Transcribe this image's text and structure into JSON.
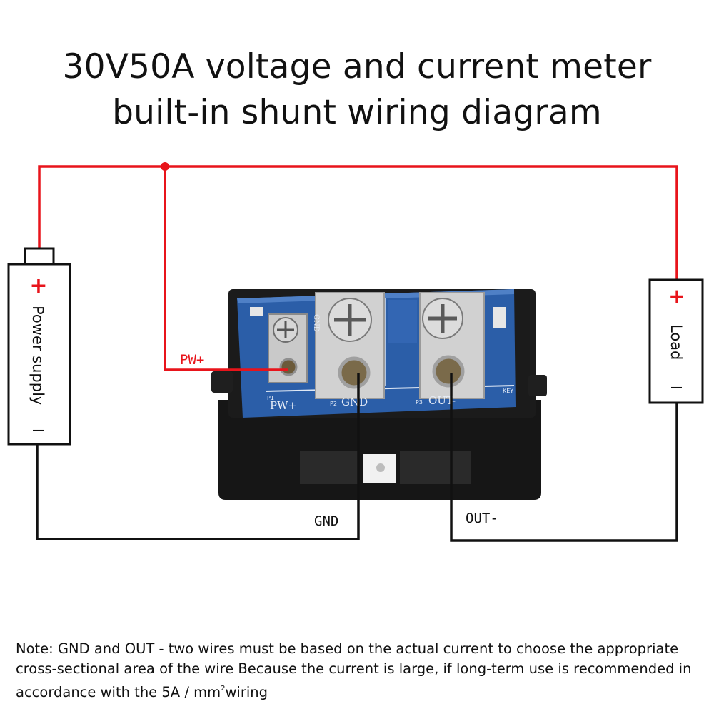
{
  "title": {
    "line1": "30V50A voltage and current meter",
    "line2": "built-in shunt wiring diagram"
  },
  "power_supply": {
    "label": "Power supply",
    "plus": "+",
    "minus": "I"
  },
  "load": {
    "label": "Load",
    "plus": "+",
    "minus": "I"
  },
  "wire_labels": {
    "pw_plus": "PW+",
    "gnd": "GND",
    "out_minus": "OUT-"
  },
  "board": {
    "pw_label": "PW+",
    "gnd_label": "GND",
    "out_label": "OUT-",
    "gnd_silk": "GND",
    "p1": "P1",
    "p2": "P2",
    "p3": "P3",
    "key": "KEY"
  },
  "colors": {
    "positive_wire": "#e8141b",
    "negative_wire": "#111111",
    "pcb": "#2b5ea8",
    "housing": "#141414"
  },
  "note": {
    "text": "Note: GND and OUT - two wires must be based on the actual current to choose the appropriate cross-sectional area of the wire Because the current is large, if long-term use is recommended in accordance with the 5A / mm",
    "superscript": "2",
    "tail": "wiring"
  }
}
